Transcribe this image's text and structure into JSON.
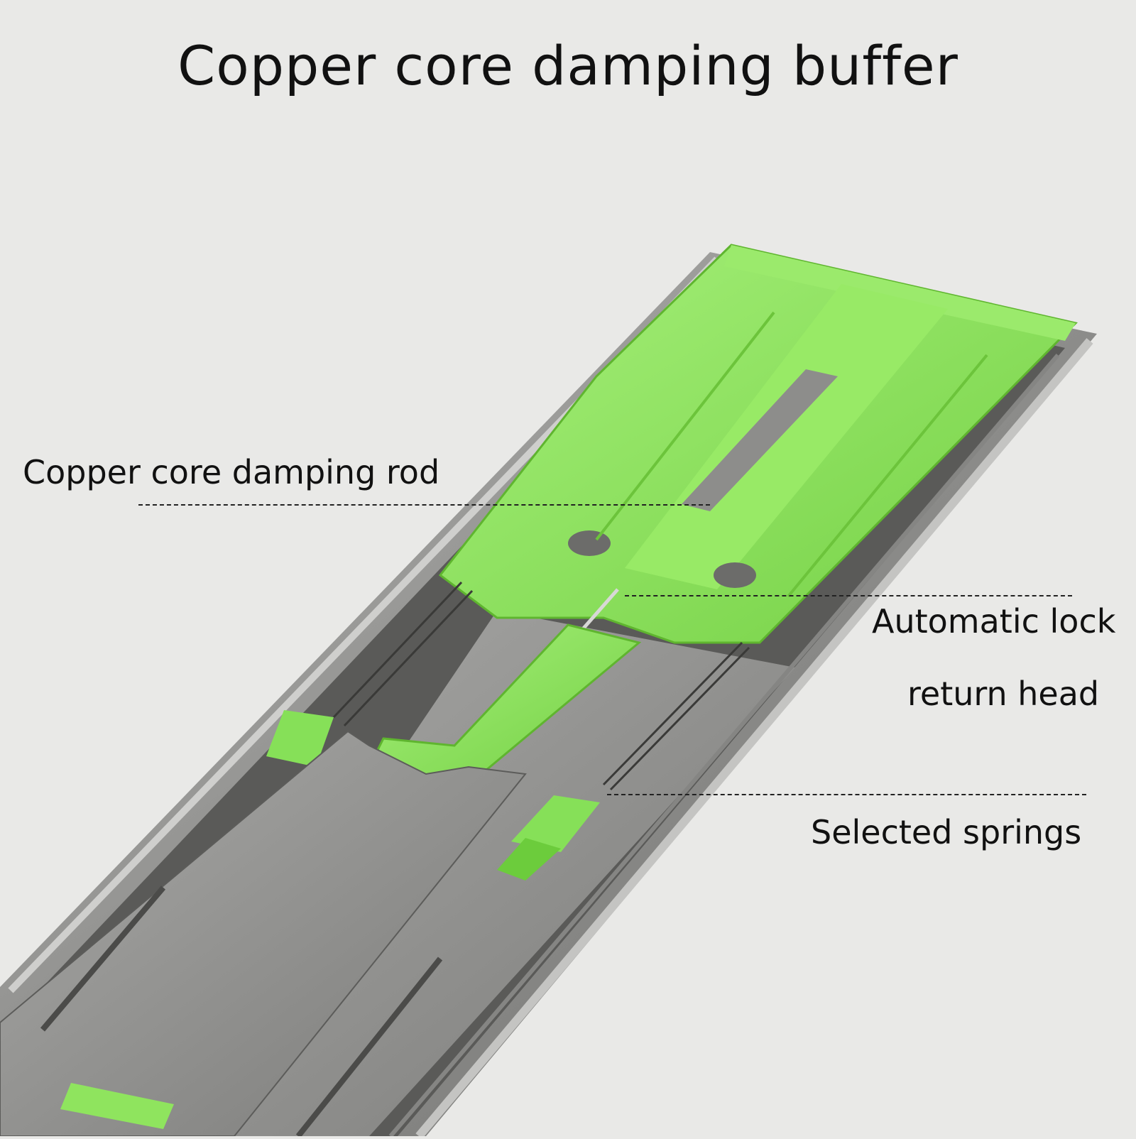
{
  "title": "Copper core damping buffer",
  "callouts": {
    "damping_rod": "Copper core damping rod",
    "lock_line1": "Automatic lock",
    "lock_line2": "return head",
    "springs": "Selected springs"
  },
  "colors": {
    "background": "#e9e9e7",
    "accent_green": "#8ee35c",
    "steel": "#9c9c9c",
    "text": "#111111"
  }
}
